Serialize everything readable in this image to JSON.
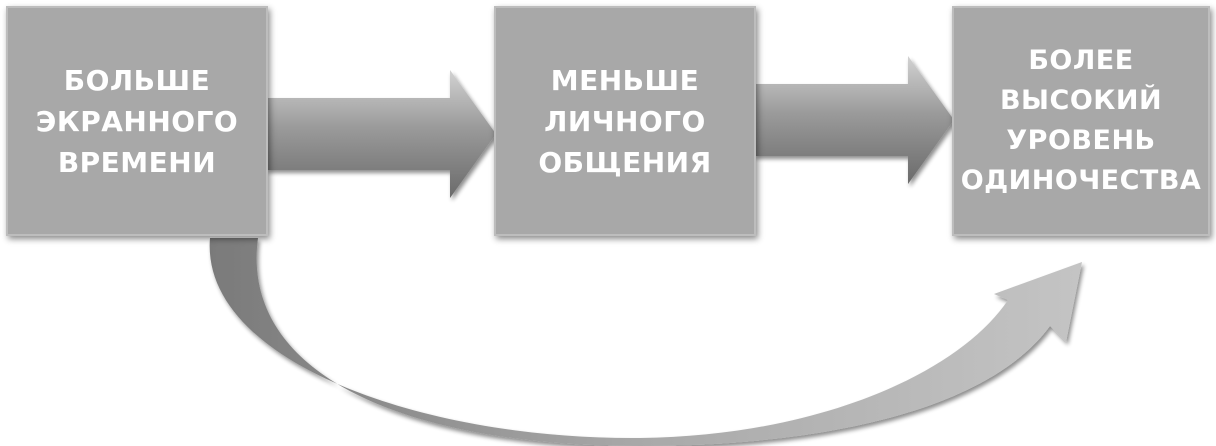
{
  "boxes": [
    {
      "lines": [
        "БОЛЬШЕ",
        "ЭКРАННОГО",
        "ВРЕМЕНИ"
      ]
    },
    {
      "lines": [
        "МЕНЬШЕ",
        "ЛИЧНОГО",
        "ОБЩЕНИЯ"
      ]
    },
    {
      "lines": [
        "БОЛЕЕ",
        "ВЫСОКИЙ",
        "УРОВЕНЬ",
        "ОДИНОЧЕСТВА"
      ]
    }
  ],
  "colors": {
    "box_fill": "#a8a8a8",
    "arrow_light": "#cfcfcf",
    "arrow_dark": "#6e6e6e",
    "text": "#ffffff"
  },
  "connections": [
    {
      "from": "box-1",
      "to": "box-2",
      "shape": "straight-arrow"
    },
    {
      "from": "box-2",
      "to": "box-3",
      "shape": "straight-arrow"
    },
    {
      "from": "box-1",
      "to": "box-3",
      "shape": "curved-arrow"
    }
  ]
}
